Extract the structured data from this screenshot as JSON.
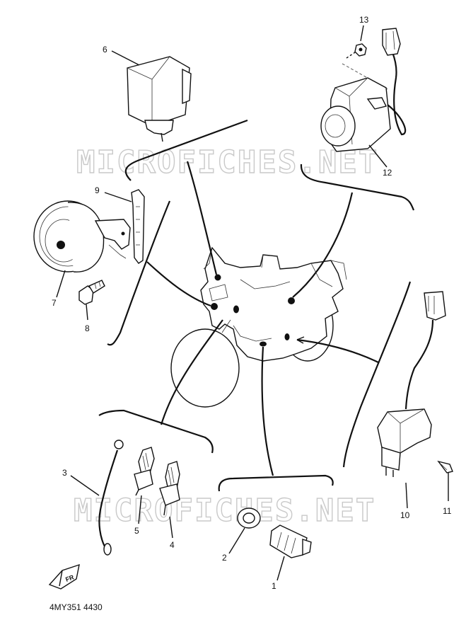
{
  "watermark": {
    "text": "MICROFICHES.NET"
  },
  "diagram_code": "4MY351 4430",
  "front_marker": {
    "text": "FR"
  },
  "callouts": [
    "1",
    "2",
    "3",
    "4",
    "5",
    "6",
    "7",
    "8",
    "9",
    "10",
    "11",
    "12",
    "13"
  ]
}
